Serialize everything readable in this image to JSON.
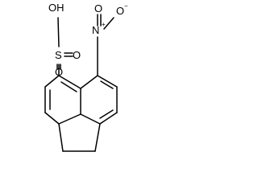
{
  "molecule": {
    "labels": {
      "oh": "OH",
      "s": "S",
      "o_sulfonyl_right": "O",
      "o_sulfonyl_bottom": "O",
      "n": "N",
      "n_charge": "+",
      "o_nitro_top": "O",
      "o_nitro_right": "O",
      "o_minus": "−"
    }
  }
}
